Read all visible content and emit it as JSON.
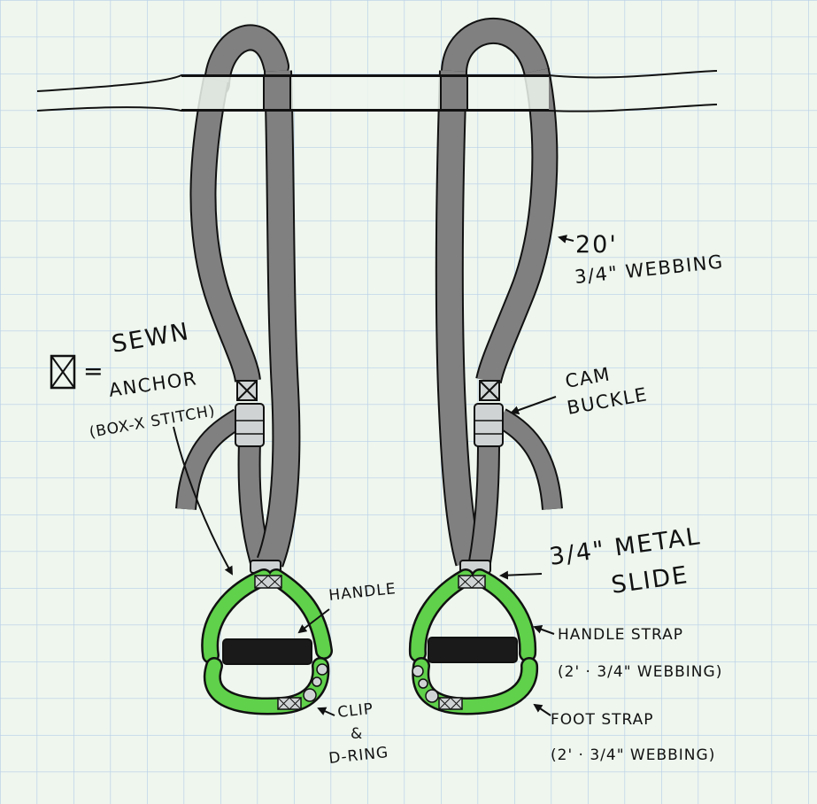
{
  "colors": {
    "paper": "#eef6ee",
    "grid": "#b8cfe8",
    "webbing": "#808080",
    "ink": "#111111",
    "padding": "#5fd14a",
    "handle": "#1a1a1a",
    "buckle": "#cfd3d3"
  },
  "legend": {
    "equals": "=",
    "line1": "SEWN",
    "line2": "ANCHOR",
    "line3": "(BOX-X STITCH)"
  },
  "labels": {
    "length": "20'",
    "webbing": "3/4\" WEBBING",
    "cam_line1": "CAM",
    "cam_line2": "BUCKLE",
    "slide_line1": "3/4\" METAL",
    "slide_line2": "SLIDE",
    "handle": "HANDLE",
    "handle_strap": "HANDLE STRAP",
    "handle_strap_spec": "(2' · 3/4\" WEBBING)",
    "foot_strap": "FOOT STRAP",
    "foot_strap_spec": "(2' · 3/4\" WEBBING)",
    "clip_line1": "CLIP",
    "clip_amp": "&",
    "clip_line2": "D-RING"
  }
}
